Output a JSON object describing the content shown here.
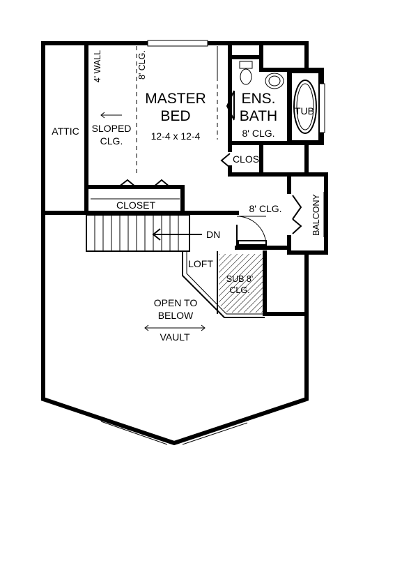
{
  "rooms": {
    "master_bed": {
      "line1": "MASTER",
      "line2": "BED",
      "size": "12-4 x 12-4"
    },
    "ens_bath": {
      "line1": "ENS.",
      "line2": "BATH",
      "ceiling": "8' CLG."
    },
    "attic": "ATTIC",
    "sloped": {
      "line1": "SLOPED",
      "line2": "CLG."
    },
    "four_wall": "4' WALL",
    "bed_ceiling": "8' CLG.",
    "tub": "TUB",
    "clos": "CLOS",
    "closet": "CLOSET",
    "hall_ceiling": "8' CLG.",
    "balcony": "BALCONY",
    "dn": "DN",
    "loft": "LOFT",
    "sub": {
      "line1": "SUB 8'",
      "line2": "CLG."
    },
    "open_below": {
      "line1": "OPEN TO",
      "line2": "BELOW"
    },
    "vault": "VAULT"
  }
}
